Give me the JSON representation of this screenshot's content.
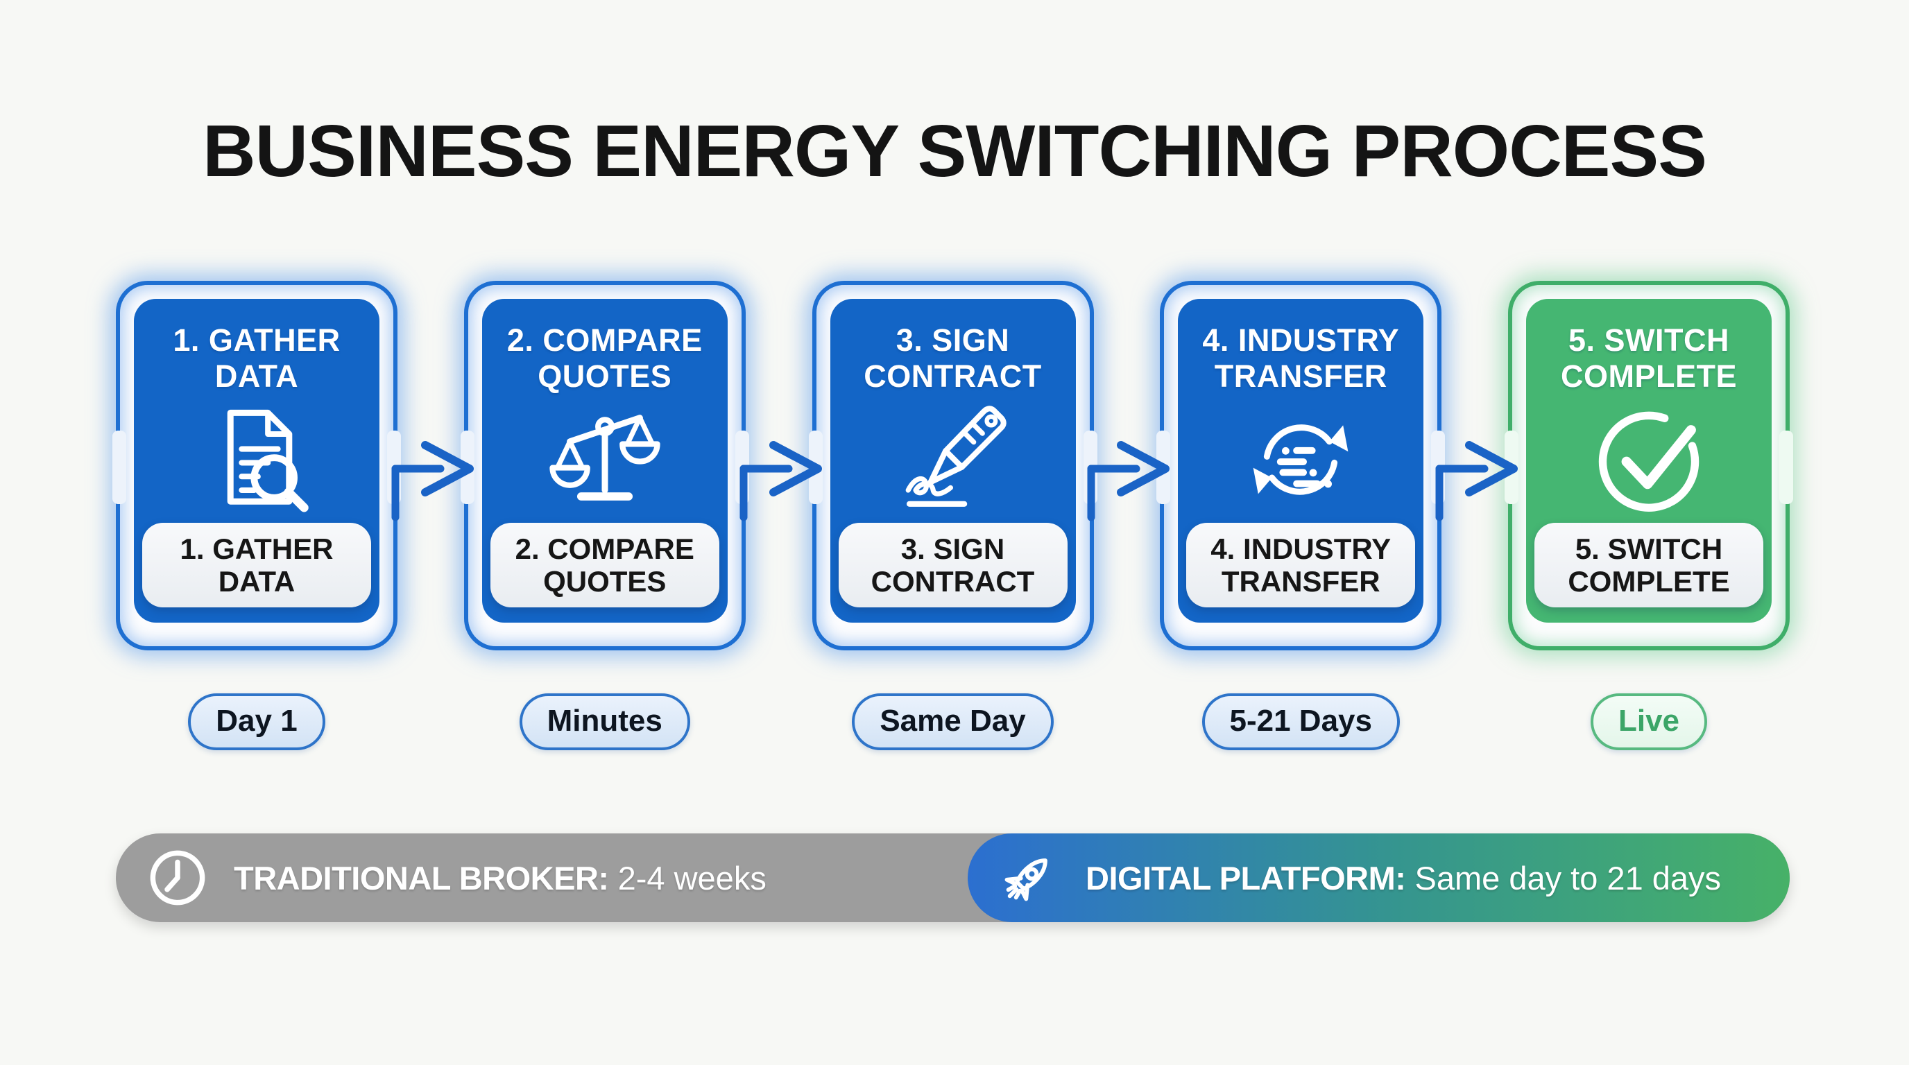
{
  "title": "BUSINESS ENERGY SWITCHING PROCESS",
  "steps": [
    {
      "title": "1. GATHER\nDATA",
      "label": "1. GATHER\nDATA",
      "badge": "Day 1",
      "icon": "document-search-icon"
    },
    {
      "title": "2. COMPARE\nQUOTES",
      "label": "2. COMPARE\nQUOTES",
      "badge": "Minutes",
      "icon": "balance-scale-icon"
    },
    {
      "title": "3. SIGN\nCONTRACT",
      "label": "3. SIGN\nCONTRACT",
      "badge": "Same Day",
      "icon": "pen-signature-icon"
    },
    {
      "title": "4. INDUSTRY\nTRANSFER",
      "label": "4. INDUSTRY\nTRANSFER",
      "badge": "5-21 Days",
      "icon": "sync-arrows-icon"
    },
    {
      "title": "5. SWITCH\nCOMPLETE",
      "label": "5. SWITCH\nCOMPLETE",
      "badge": "Live",
      "icon": "check-circle-icon"
    }
  ],
  "comparison": {
    "traditional": {
      "label": "TRADITIONAL BROKER:",
      "value": "2-4 weeks",
      "icon": "clock-icon"
    },
    "digital": {
      "label": "DIGITAL PLATFORM:",
      "value": "Same day to 21 days",
      "icon": "rocket-icon"
    }
  },
  "colors": {
    "step_blue_fill": "#1365c6",
    "step_blue_border": "#1e6fd2",
    "step_green_fill": "#45b672",
    "step_green_border": "#3fae69",
    "arrow_blue": "#1a63c6",
    "badge_border_blue": "#2e74c9",
    "badge_bg_blue": "#d9e6f6",
    "live_green": "#57b980",
    "traditional_gray": "#9d9d9d",
    "digital_gradient_start": "#2c6fd0",
    "digital_gradient_end": "#47b168",
    "background": "#f7f8f5"
  }
}
